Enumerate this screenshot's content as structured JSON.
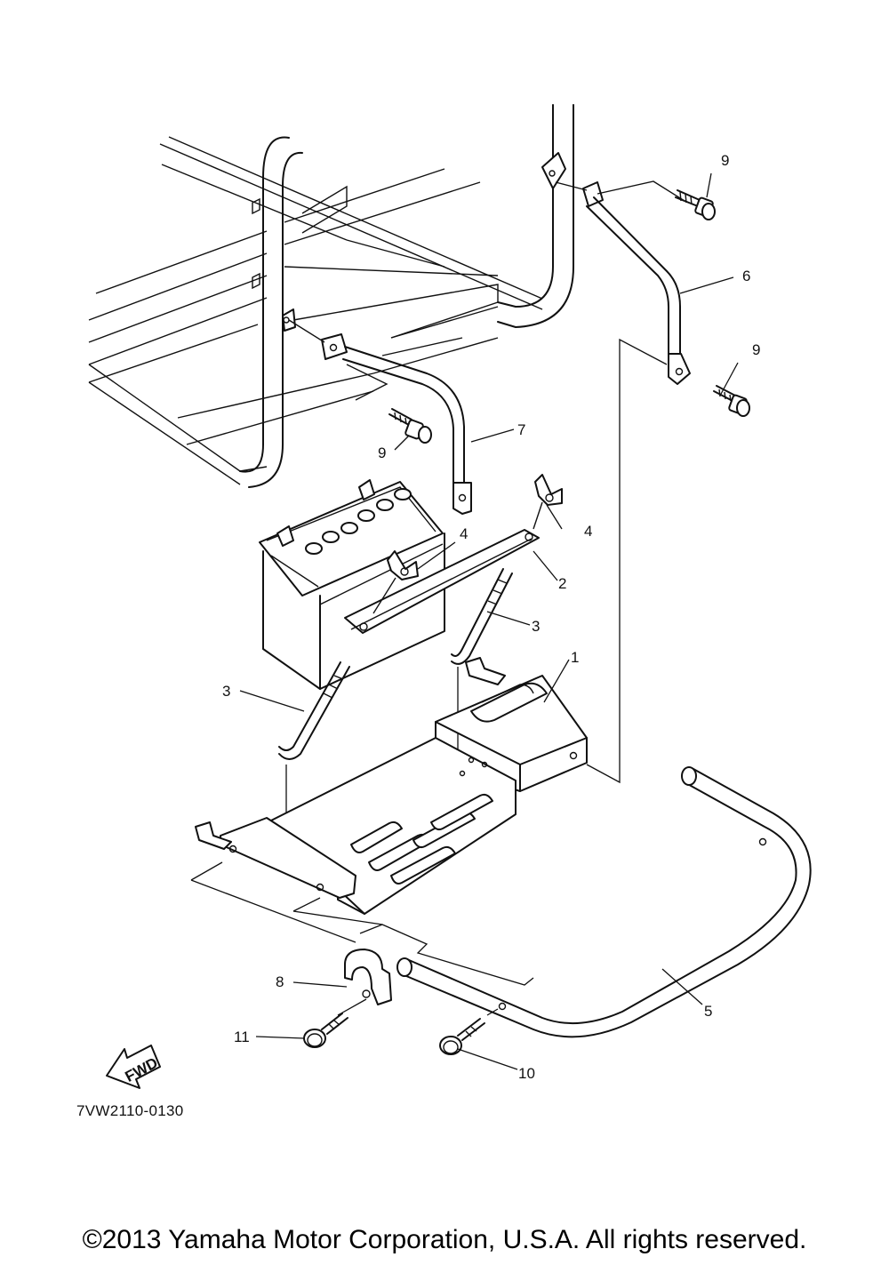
{
  "diagram": {
    "callouts": {
      "c1": "1",
      "c2": "2",
      "c3a": "3",
      "c3b": "3",
      "c4a": "4",
      "c4b": "4",
      "c5": "5",
      "c6": "6",
      "c7": "7",
      "c8": "8",
      "c9a": "9",
      "c9b": "9",
      "c9c": "9",
      "c10": "10",
      "c11": "11"
    },
    "fwd_label": "FWD",
    "diagram_code": "7VW2110-0130"
  },
  "footer": {
    "copyright": "©2013 Yamaha Motor Corporation, U.S.A. All rights reserved."
  }
}
